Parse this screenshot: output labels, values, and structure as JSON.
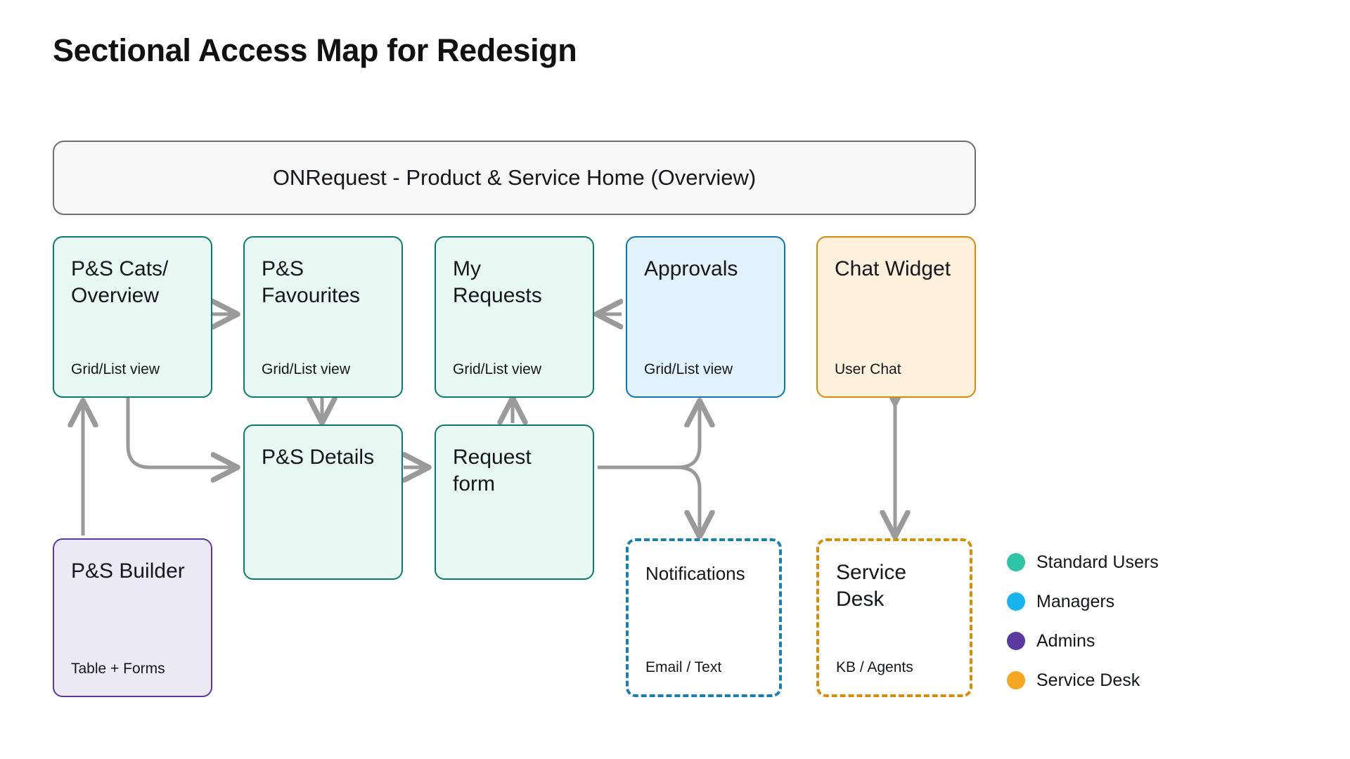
{
  "page": {
    "title": "Sectional Access Map for Redesign",
    "background": "#ffffff"
  },
  "header": {
    "label": "ONRequest - Product & Service Home (Overview)",
    "border_color": "#6f6f6f",
    "fill_color": "#f8f8f8"
  },
  "colors": {
    "teal_border": "#0d7a6b",
    "teal_fill": "#e8f8f2",
    "blue_border": "#1276a8",
    "blue_fill": "#e1f2fc",
    "orange_border": "#d38b09",
    "orange_fill": "#fdf1de",
    "purple_border": "#5b3aa0",
    "purple_fill": "#edeaf7",
    "dashed_blue": "#1b7fae",
    "dashed_orange": "#d68d0b",
    "connector": "#9a9a9a"
  },
  "nodes": [
    {
      "id": "ps-cats-overview",
      "title": "P&S Cats/ Overview",
      "sub": "Grid/List view",
      "style": "teal"
    },
    {
      "id": "ps-favourites",
      "title": "P&S Favourites",
      "sub": "Grid/List view",
      "style": "teal"
    },
    {
      "id": "my-requests",
      "title": "My Requests",
      "sub": "Grid/List view",
      "style": "teal"
    },
    {
      "id": "approvals",
      "title": "Approvals",
      "sub": "Grid/List view",
      "style": "blue"
    },
    {
      "id": "chat-widget",
      "title": "Chat Widget",
      "sub": "User Chat",
      "style": "orange"
    },
    {
      "id": "ps-details",
      "title": "P&S Details",
      "sub": "",
      "style": "teal"
    },
    {
      "id": "request-form",
      "title": "Request form",
      "sub": "",
      "style": "teal"
    },
    {
      "id": "ps-builder",
      "title": "P&S Builder",
      "sub": "Table + Forms",
      "style": "purple"
    },
    {
      "id": "notifications",
      "title": "Notifications",
      "sub": "Email / Text",
      "style": "dash-blue"
    },
    {
      "id": "service-desk",
      "title": "Service Desk",
      "sub": "KB / Agents",
      "style": "dash-orange"
    }
  ],
  "connections": [
    {
      "from": "ps-cats-overview",
      "to": "ps-favourites",
      "direction": "right"
    },
    {
      "from": "approvals",
      "to": "my-requests",
      "direction": "left"
    },
    {
      "from": "ps-favourites",
      "to": "ps-details",
      "direction": "down"
    },
    {
      "from": "ps-details",
      "to": "request-form",
      "direction": "right"
    },
    {
      "from": "request-form",
      "to": "my-requests",
      "direction": "up"
    },
    {
      "from": "ps-builder",
      "to": "ps-cats-overview",
      "direction": "up"
    },
    {
      "from": "ps-cats-overview",
      "to": "ps-details",
      "direction": "elbow-down-right"
    },
    {
      "from": "request-form",
      "to": "approvals",
      "direction": "branch-up"
    },
    {
      "from": "request-form",
      "to": "notifications",
      "direction": "branch-down"
    },
    {
      "from": "chat-widget",
      "to": "service-desk",
      "direction": "bidirectional"
    }
  ],
  "legend": {
    "items": [
      {
        "label": "Standard Users",
        "color": "#2ec4a6"
      },
      {
        "label": "Managers",
        "color": "#17b4f0"
      },
      {
        "label": "Admins",
        "color": "#5b3aa0"
      },
      {
        "label": "Service Desk",
        "color": "#f5a623"
      }
    ]
  }
}
